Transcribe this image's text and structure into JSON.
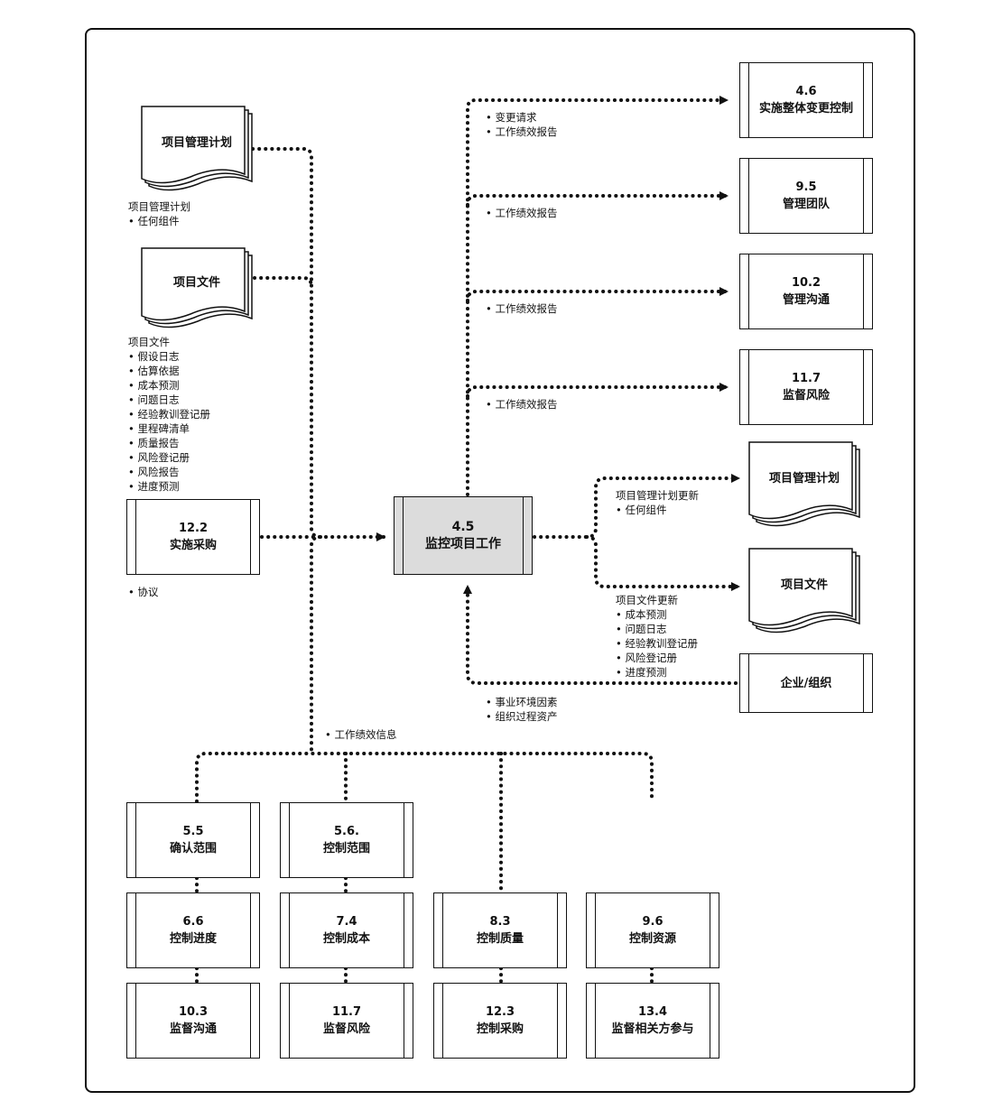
{
  "central": {
    "number": "4.5",
    "title": "监控项目工作"
  },
  "inputs": {
    "pm_plan_doc": "项目管理计划",
    "pm_plan_note": {
      "title": "项目管理计划",
      "items": [
        "任何组件"
      ]
    },
    "project_docs_doc": "项目文件",
    "project_docs_note": {
      "title": "项目文件",
      "items": [
        "假设日志",
        "估算依据",
        "成本预测",
        "问题日志",
        "经验教训登记册",
        "里程碑清单",
        "质量报告",
        "风险登记册",
        "风险报告",
        "进度预测"
      ]
    },
    "procurement": {
      "number": "12.2",
      "title": "实施采购"
    },
    "procurement_note": "协议",
    "work_perf_info": "工作绩效信息"
  },
  "outputs": {
    "p46": {
      "number": "4.6",
      "title": "实施整体变更控制",
      "items": [
        "变更请求",
        "工作绩效报告"
      ]
    },
    "p95": {
      "number": "9.5",
      "title": "管理团队",
      "items": [
        "工作绩效报告"
      ]
    },
    "p102": {
      "number": "10.2",
      "title": "管理沟通",
      "items": [
        "工作绩效报告"
      ]
    },
    "p117": {
      "number": "11.7",
      "title": "监督风险",
      "items": [
        "工作绩效报告"
      ]
    },
    "pm_plan_doc": "项目管理计划",
    "pm_plan_update": {
      "title": "项目管理计划更新",
      "items": [
        "任何组件"
      ]
    },
    "project_docs_doc": "项目文件",
    "project_docs_update": {
      "title": "项目文件更新",
      "items": [
        "成本预测",
        "问题日志",
        "经验教训登记册",
        "风险登记册",
        "进度预测"
      ]
    },
    "enterprise": "企业/组织",
    "enterprise_note": [
      "事业环境因素",
      "组织过程资产"
    ]
  },
  "control_processes": [
    {
      "number": "5.5",
      "title": "确认范围"
    },
    {
      "number": "5.6.",
      "title": "控制范围"
    },
    {
      "number": "6.6",
      "title": "控制进度"
    },
    {
      "number": "7.4",
      "title": "控制成本"
    },
    {
      "number": "8.3",
      "title": "控制质量"
    },
    {
      "number": "9.6",
      "title": "控制资源"
    },
    {
      "number": "10.3",
      "title": "监督沟通"
    },
    {
      "number": "11.7",
      "title": "监督风险"
    },
    {
      "number": "12.3",
      "title": "控制采购"
    },
    {
      "number": "13.4",
      "title": "监督相关方参与"
    }
  ],
  "bullet": "•"
}
